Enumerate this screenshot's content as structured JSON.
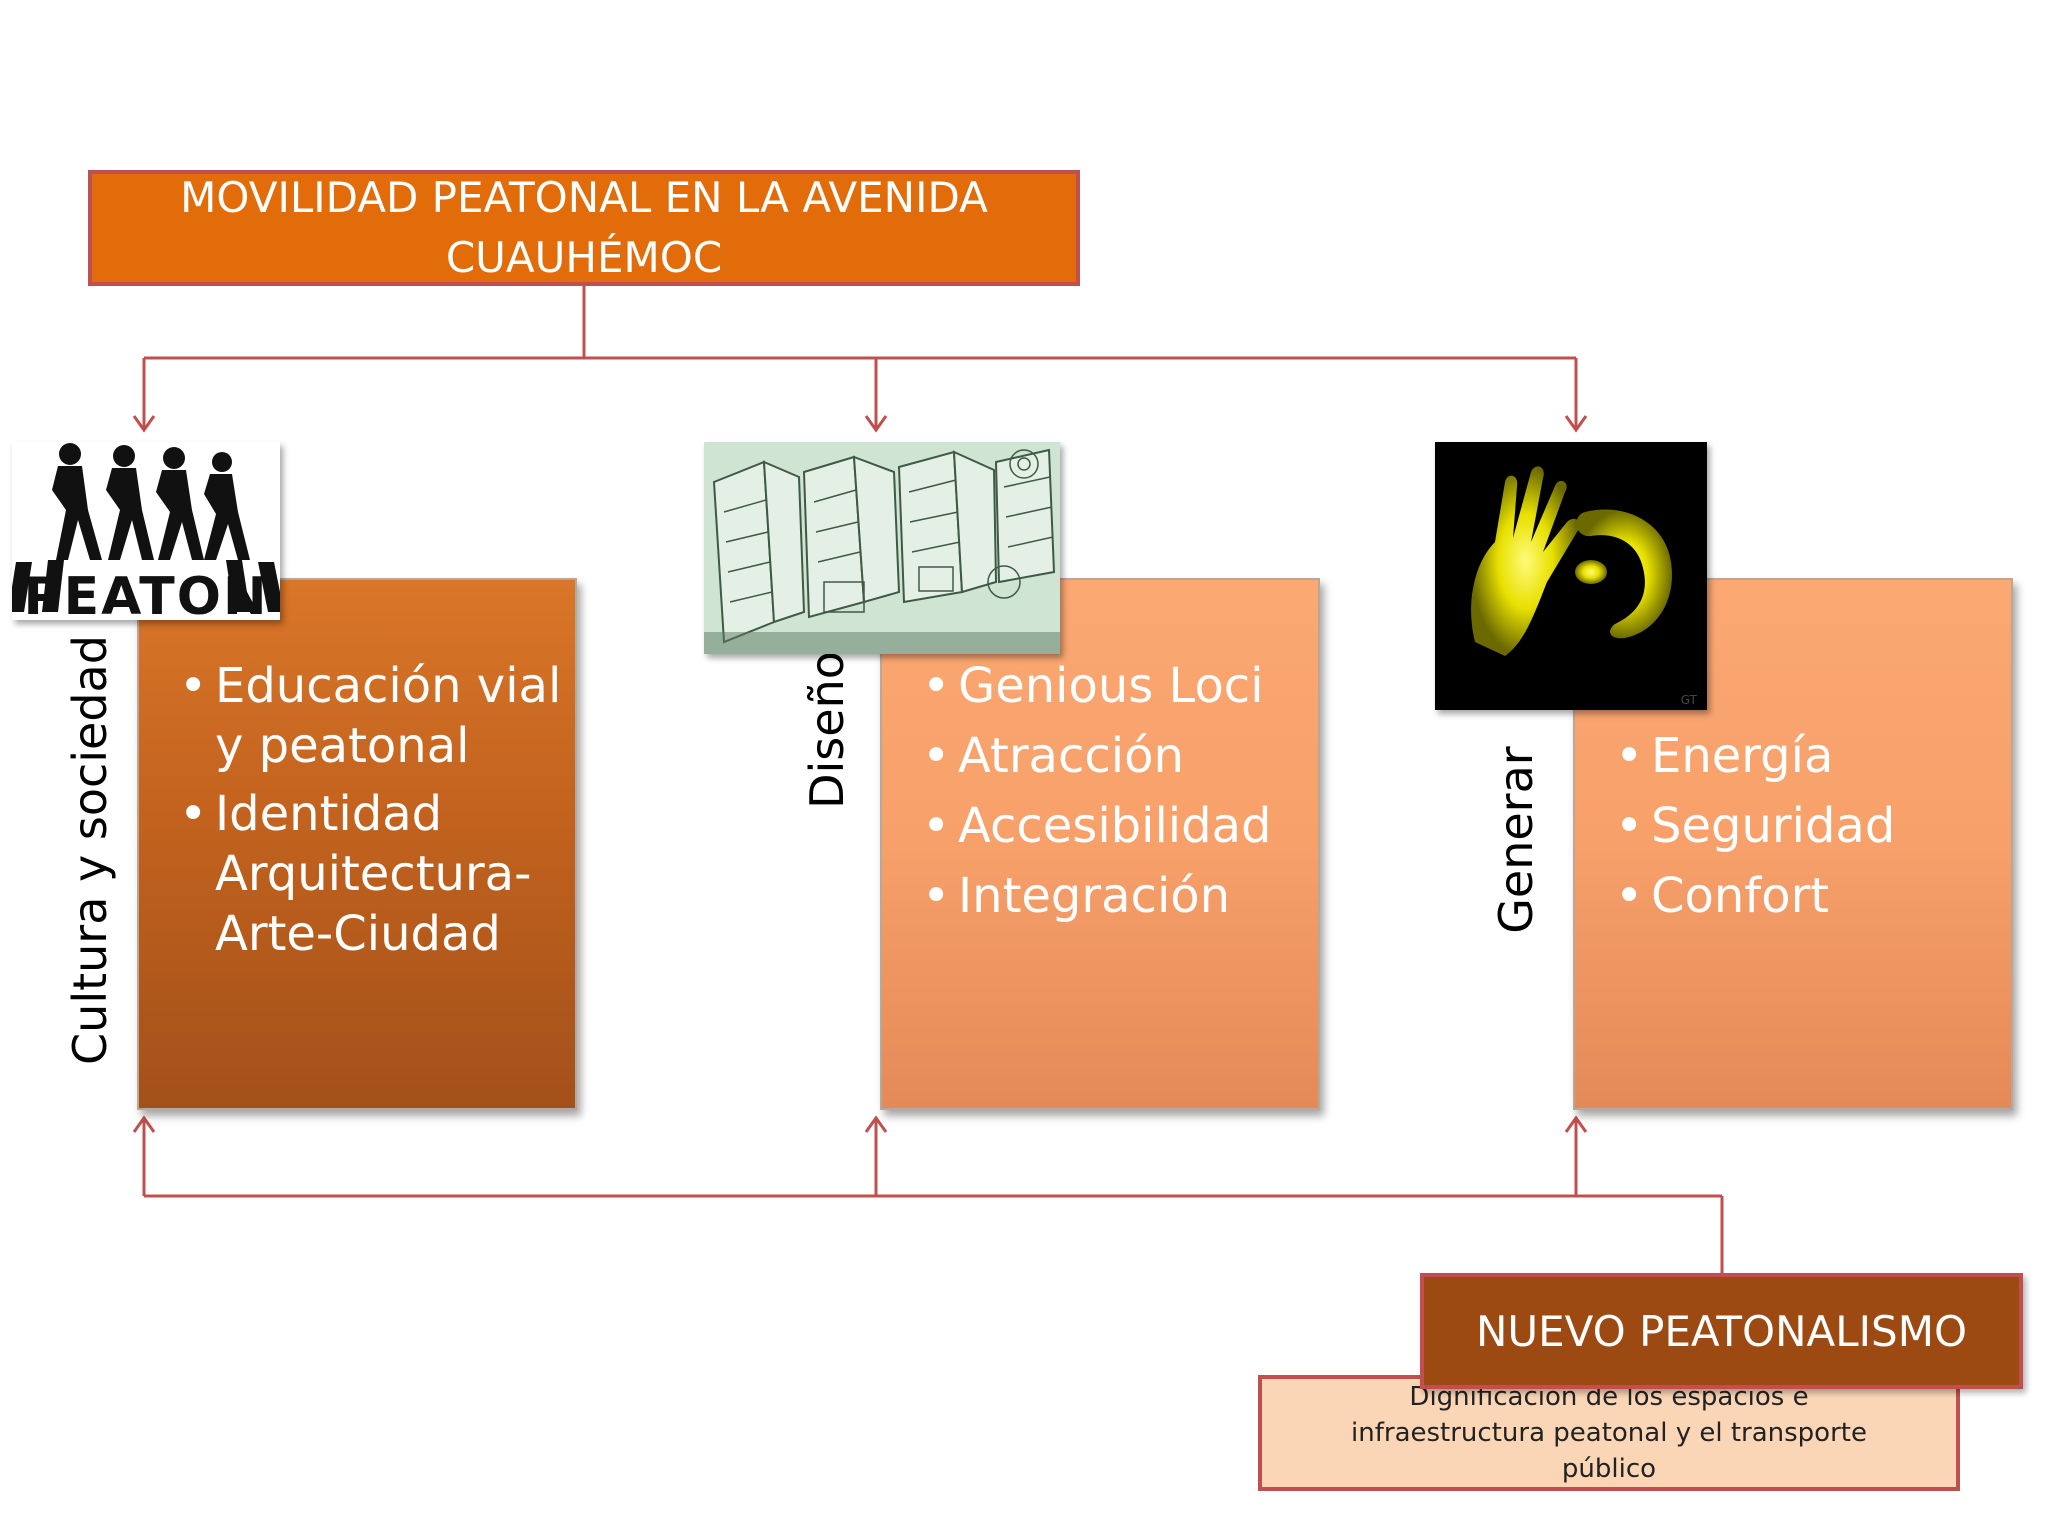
{
  "title": "MOVILIDAD PEATONAL EN LA AVENIDA CUAUHÉMOC",
  "branches": [
    {
      "label": "Cultura y sociedad",
      "image_text": "PEATON",
      "items": [
        "Educación vial y peatonal",
        "Identidad Arquitectura-Arte-Ciudad"
      ]
    },
    {
      "label": "Diseño",
      "items": [
        "Genious Loci",
        "Atracción",
        "Accesibilidad",
        "Integración"
      ]
    },
    {
      "label": "Generar",
      "items": [
        "Energía",
        "Seguridad",
        "Confort"
      ]
    }
  ],
  "footer": {
    "title": "NUEVO PEATONALISMO",
    "description": "Dignificación de los espacios e infraestructura peatonal y el transporte público"
  },
  "colors": {
    "title_fill": "#e36c0a",
    "border": "#c0504d",
    "card_dark": "#c2621e",
    "card_light": "#f7a06a",
    "footer_fill": "#9c4a12",
    "footer_desc_fill": "#fbd6b6"
  }
}
